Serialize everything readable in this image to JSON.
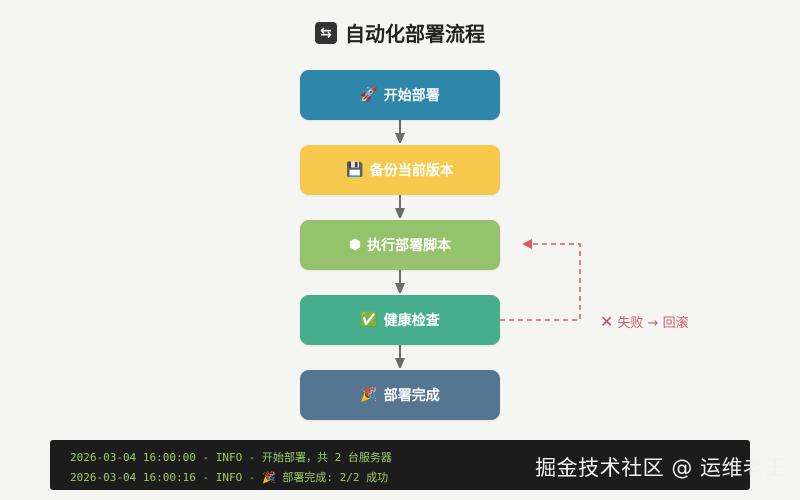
{
  "title": {
    "icon": "swap-arrows-icon",
    "text": "自动化部署流程"
  },
  "steps": [
    {
      "icon": "rocket-icon",
      "glyph": "🚀",
      "label": "开始部署",
      "color": "#2e86ab"
    },
    {
      "icon": "save-disk-icon",
      "glyph": "💾",
      "label": "备份当前版本",
      "color": "#f6c84c"
    },
    {
      "icon": "hexagon-icon",
      "glyph": "⬢",
      "label": "执行部署脚本",
      "color": "#94c36c"
    },
    {
      "icon": "check-box-icon",
      "glyph": "✅",
      "label": "健康检查",
      "color": "#46ae8c"
    },
    {
      "icon": "party-popper-icon",
      "glyph": "🎉",
      "label": "部署完成",
      "color": "#557591"
    }
  ],
  "rollback": {
    "icon": "cross-mark-icon",
    "glyph": "✕",
    "label": "失败 → 回滚",
    "color": "#d75a66"
  },
  "console": {
    "lines": [
      "2026-03-04 16:00:00 - INFO - 开始部署，共 2 台服务器",
      "2026-03-04 16:00:16 - INFO - 🎉 部署完成: 2/2 成功"
    ]
  },
  "watermark": "掘金技术社区 @ 运维老王"
}
